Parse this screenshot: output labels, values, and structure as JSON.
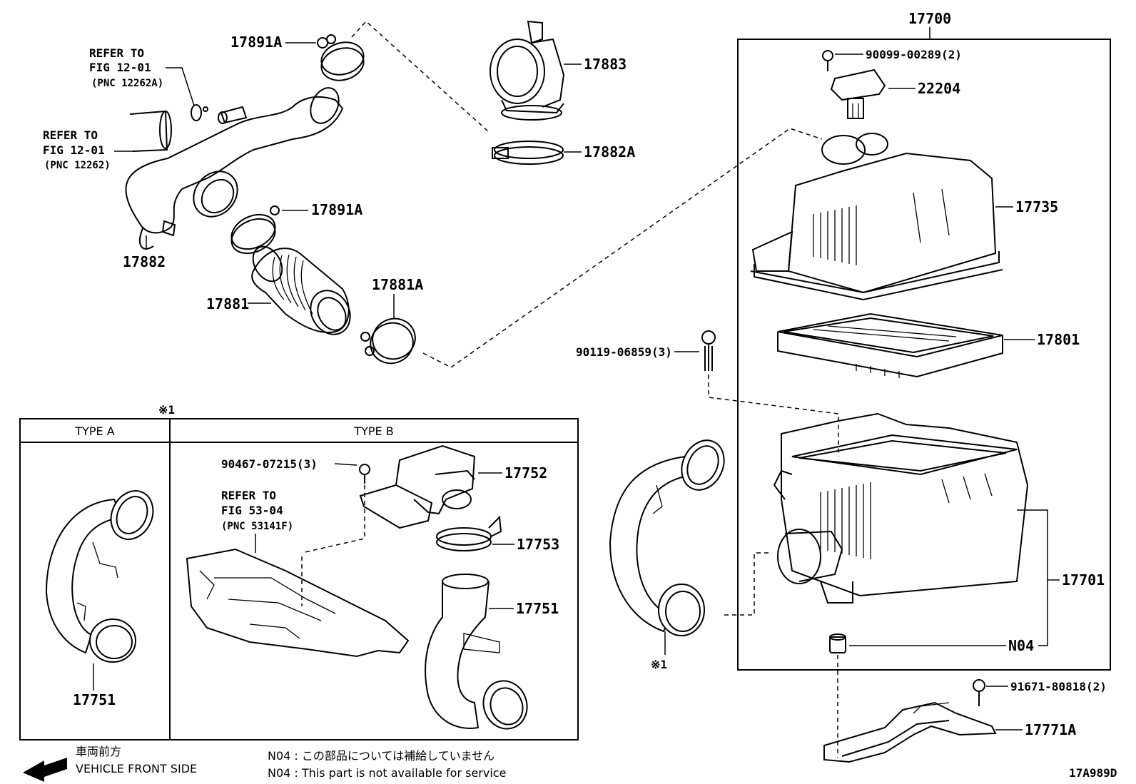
{
  "assembly": {
    "number": "17700"
  },
  "parts": {
    "p17891A_top": "17891A",
    "p17883": "17883",
    "p17882A": "17882A",
    "p17891A_mid": "17891A",
    "p17882": "17882",
    "p17881": "17881",
    "p17881A": "17881A",
    "p90099": "90099-00289(2)",
    "p22204": "22204",
    "p17735": "17735",
    "p17801": "17801",
    "p90119": "90119-06859(3)",
    "p17701": "17701",
    "pN04": "N04",
    "p91671": "91671-80818(2)",
    "p17771A": "17771A",
    "p90467": "90467-07215(3)",
    "p17752": "17752",
    "p17753": "17753",
    "p17751_b": "17751",
    "p17751_a": "17751",
    "ref_mark_side": "※1",
    "ref_mark_box": "※1"
  },
  "refer_notes": {
    "a": {
      "l1": "REFER TO",
      "l2": "FIG 12-01",
      "l3": "(PNC 12262A)"
    },
    "b": {
      "l1": "REFER TO",
      "l2": "FIG 12-01",
      "l3": "(PNC 12262)"
    },
    "c": {
      "l1": "REFER TO",
      "l2": "FIG 53-04",
      "l3": "(PNC 53141F)"
    }
  },
  "variant_box": {
    "type_a": "TYPE A",
    "type_b": "TYPE B"
  },
  "legend": {
    "front_jp": "車両前方",
    "front_en": "VEHICLE FRONT SIDE",
    "n04_jp": "N04 : この部品については補給していません",
    "n04_en": "N04 : This part is not available for service"
  },
  "figure_id": "17A989D"
}
